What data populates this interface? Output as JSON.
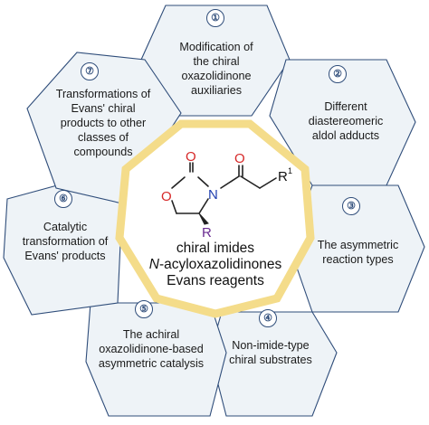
{
  "colors": {
    "cell_fill": "#eef3f7",
    "cell_stroke": "#2f4d7a",
    "ring": "#f4dc8a",
    "molecule_red": "#d62828",
    "molecule_blue": "#1f3fb0",
    "molecule_purple": "#6a2c91",
    "bond": "#222222",
    "badge": "#2f4d7a"
  },
  "cells": [
    {
      "number": "①",
      "lines": [
        "Modification of",
        "the chiral",
        "oxazolidinone",
        "auxiliaries"
      ]
    },
    {
      "number": "②",
      "lines": [
        "Different",
        "diastereomeric",
        "aldol adducts"
      ]
    },
    {
      "number": "③",
      "lines": [
        "The asymmetric",
        "reaction types"
      ]
    },
    {
      "number": "④",
      "lines": [
        "Non-imide-type",
        "chiral substrates"
      ]
    },
    {
      "number": "⑤",
      "lines": [
        "The achiral",
        "oxazolidinone-based",
        "asymmetric catalysis"
      ]
    },
    {
      "number": "⑥",
      "lines": [
        "Catalytic",
        "transformation of",
        "Evans' products"
      ]
    },
    {
      "number": "⑦",
      "lines": [
        "Transformations of",
        "Evans' chiral",
        "products to other",
        "classes of",
        "compounds"
      ]
    }
  ],
  "center": {
    "line1": "chiral imides",
    "line2_italic": "N",
    "line2_rest": "-acyloxazolidinones",
    "line3": "Evans reagents"
  },
  "molecule": {
    "atom_o_carbonyl": "O",
    "atom_o_ring": "O",
    "atom_n": "N",
    "atom_o_acyl": "O",
    "r1_label": "R",
    "r1_superscript": "1",
    "r_label": "R"
  }
}
